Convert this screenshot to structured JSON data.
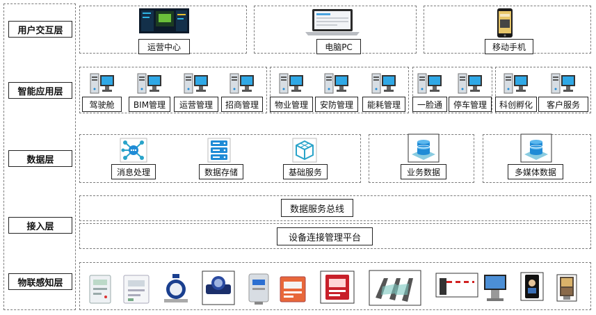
{
  "layers": {
    "user_interaction": "用户交互层",
    "smart_app": "智能应用层",
    "data": "数据层",
    "access": "接入层",
    "iot": "物联感知层"
  },
  "user_layer": {
    "ops_center": "运营中心",
    "pc": "电脑PC",
    "mobile": "移动手机"
  },
  "app_layer": {
    "items": [
      "驾驶舱",
      "BIM管理",
      "运营管理",
      "招商管理",
      "物业管理",
      "安防管理",
      "能耗管理",
      "一脸通",
      "停车管理",
      "科创孵化",
      "客户服务"
    ]
  },
  "data_layer": {
    "message": "消息处理",
    "storage": "数据存储",
    "basic": "基础服务",
    "business": "业务数据",
    "multimedia": "多媒体数据"
  },
  "access_layer": {
    "bus": "数据服务总线",
    "platform": "设备连接管理平台"
  },
  "colors": {
    "icon_blue": "#1f8bd6",
    "icon_teal": "#29a3c9",
    "dash": "#7a7a7a"
  }
}
